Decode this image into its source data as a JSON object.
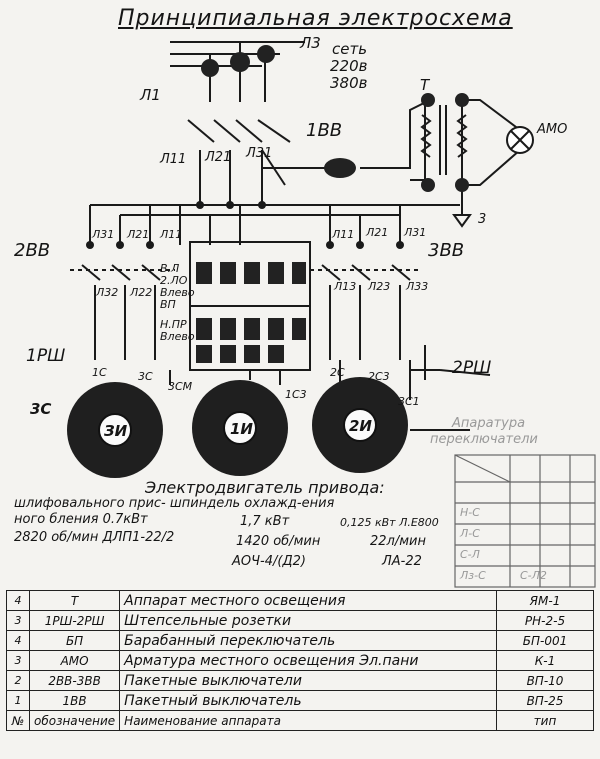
{
  "title": "Принципиальная электросхема",
  "network": {
    "l1": "Л1",
    "l3": "Л3",
    "label": "сеть",
    "v1": "220в",
    "v2": "380в"
  },
  "switches": {
    "main": "1ВВ",
    "left": "2ВВ",
    "right": "3ВВ"
  },
  "phases": {
    "main": [
      "Л11",
      "Л21",
      "Л31"
    ],
    "left_top": [
      "Л31",
      "Л21",
      "Л11"
    ],
    "left_bottom": [
      "Л32",
      "Л22"
    ],
    "right_top": [
      "Л11",
      "Л21",
      "Л31"
    ],
    "right_bottom": [
      "Л13",
      "Л23",
      "Л33"
    ]
  },
  "transformer": {
    "label": "Т",
    "lamp": "АМО",
    "gnd": "3"
  },
  "sockets": {
    "left": "1РШ",
    "right": "2РШ"
  },
  "terminals": [
    "1С",
    "2С",
    "1С3",
    "3С",
    "2С3",
    "3СМ",
    "3С1"
  ],
  "motors": [
    {
      "label": "ЗИ",
      "name": "3С"
    },
    {
      "label": "1И"
    },
    {
      "label": "2И"
    }
  ],
  "switch_block_labels": [
    "В.Л",
    "2.ЛО",
    "Влево",
    "ВП",
    "Н.ПР",
    "Влево"
  ],
  "legend_text": {
    "title": "Апаратура",
    "subtitle": "переключатели"
  },
  "legend_rows": [
    "Н-С",
    "Л-С",
    "С-Л",
    "Лз-С",
    "С-Л2"
  ],
  "motor_caption": {
    "line1": "Электродвигатель привода:",
    "line2": "шлифовального прис- шпиндель охлажд-ения",
    "line3": "ного бления 0.7кВт",
    "line4a": "1,7 кВт",
    "line4b": "0,125 кВт Л.Е800",
    "line5a": "2820 об/мин  ДЛП1-22/2",
    "line5b": "1420 об/мин",
    "line5c": "22л/мин",
    "line6a": "АОЧ-4/(Д2)",
    "line6b": "ЛА-22"
  },
  "spec_table": {
    "rows": [
      {
        "n": "4",
        "d": "Т",
        "name": "Аппарат местного освещения",
        "type": "ЯМ-1"
      },
      {
        "n": "3",
        "d": "1РШ-2РШ",
        "name": "Штепсельные розетки",
        "type": "РН-2-5"
      },
      {
        "n": "4",
        "d": "БП",
        "name": "Барабанный переключатель",
        "type": "БП-001"
      },
      {
        "n": "3",
        "d": "АМО",
        "name": "Арматура местного освещения Эл.пани",
        "type": "К-1"
      },
      {
        "n": "2",
        "d": "2ВВ-3ВВ",
        "name": "Пакетные выключатели",
        "type": "ВП-10"
      },
      {
        "n": "1",
        "d": "1ВВ",
        "name": "Пакетный выключатель",
        "type": "ВП-25"
      }
    ],
    "header": {
      "n": "№",
      "d": "обозначение",
      "name": "Наименование аппарата",
      "type": "тип"
    }
  }
}
